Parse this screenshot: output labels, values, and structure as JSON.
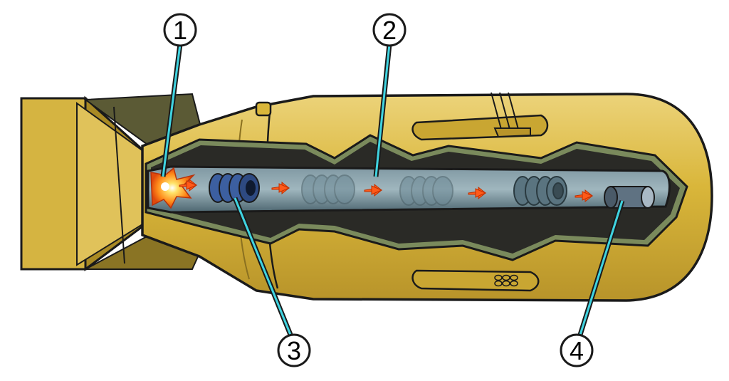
{
  "callouts": [
    {
      "label": "1",
      "target": "explosive-charge"
    },
    {
      "label": "2",
      "target": "gun-barrel"
    },
    {
      "label": "3",
      "target": "uranium-projectile"
    },
    {
      "label": "4",
      "target": "uranium-target"
    }
  ],
  "colors": {
    "casing": "#d9b63a",
    "casing_dark": "#b8942a",
    "casing_light": "#e8cf66",
    "outline": "#1a1a1a",
    "cavity": "#2a2a26",
    "cavity_rim": "#7a8a5c",
    "barrel": "#5d7884",
    "barrel_light": "#8fa8b2",
    "rings": "#3c5fa0",
    "arrows": "#ff5a1a",
    "leader": "#3fd3e0"
  }
}
